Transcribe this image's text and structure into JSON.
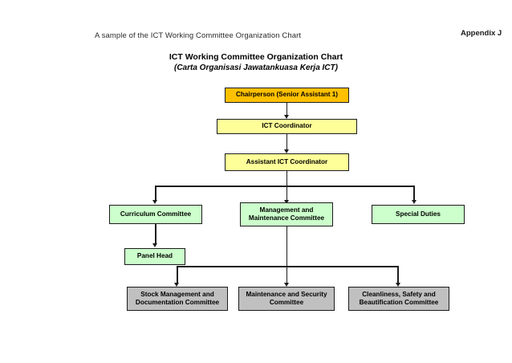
{
  "header": {
    "note": "A sample of the ICT Working Committee Organization Chart",
    "appendix": "Appendix J"
  },
  "chart": {
    "title": "ICT Working Committee Organization Chart",
    "subtitle": "(Carta Organisasi Jawatankuasa Kerja ICT)"
  },
  "colors": {
    "chairperson": "#FFC000",
    "coordinator": "#FFFF99",
    "committee": "#CCFFCC",
    "subcommittee": "#C0C0C0",
    "border": "#1C1C1C"
  },
  "chart_data": {
    "type": "diagram",
    "title": "ICT Working Committee Organization Chart",
    "subtitle": "(Carta Organisasi Jawatankuasa Kerja ICT)",
    "orientation": "top-down",
    "nodes": [
      {
        "id": "chairperson",
        "label": "Chairperson (Senior Assistant 1)",
        "level": 1,
        "color": "#FFC000"
      },
      {
        "id": "ict_coord",
        "label": "ICT Coordinator",
        "level": 2,
        "color": "#FFFF99"
      },
      {
        "id": "asst_coord",
        "label": "Assistant ICT Coordinator",
        "level": 3,
        "color": "#FFFF99"
      },
      {
        "id": "curriculum",
        "label": "Curriculum Committee",
        "level": 4,
        "color": "#CCFFCC"
      },
      {
        "id": "mgmt_maint",
        "label": "Management and Maintenance Committee",
        "level": 4,
        "color": "#CCFFCC"
      },
      {
        "id": "special",
        "label": "Special Duties",
        "level": 4,
        "color": "#CCFFCC"
      },
      {
        "id": "panel_head",
        "label": "Panel Head",
        "level": 5,
        "color": "#CCFFCC"
      },
      {
        "id": "stock",
        "label": "Stock Management and Documentation Committee",
        "level": 6,
        "color": "#C0C0C0"
      },
      {
        "id": "maint_sec",
        "label": "Maintenance and Security Committee",
        "level": 6,
        "color": "#C0C0C0"
      },
      {
        "id": "cleanliness",
        "label": "Cleanliness, Safety and Beautification Committee",
        "level": 6,
        "color": "#C0C0C0"
      }
    ],
    "edges": [
      {
        "from": "chairperson",
        "to": "ict_coord"
      },
      {
        "from": "ict_coord",
        "to": "asst_coord"
      },
      {
        "from": "asst_coord",
        "to": "curriculum"
      },
      {
        "from": "asst_coord",
        "to": "mgmt_maint"
      },
      {
        "from": "asst_coord",
        "to": "special"
      },
      {
        "from": "curriculum",
        "to": "panel_head"
      },
      {
        "from": "mgmt_maint",
        "to": "stock"
      },
      {
        "from": "mgmt_maint",
        "to": "maint_sec"
      },
      {
        "from": "mgmt_maint",
        "to": "cleanliness"
      }
    ]
  },
  "nodes": {
    "chairperson": {
      "line1": "Chairperson (Senior Assistant 1)"
    },
    "ict_coord": {
      "line1": "ICT Coordinator"
    },
    "asst_coord": {
      "line1": "Assistant ICT Coordinator"
    },
    "curriculum": {
      "line1": "Curriculum Committee"
    },
    "mgmt_maint": {
      "line1": "Management and",
      "line2": "Maintenance Committee"
    },
    "special": {
      "line1": "Special Duties"
    },
    "panel_head": {
      "line1": "Panel Head"
    },
    "stock": {
      "line1": "Stock Management and",
      "line2": "Documentation Committee"
    },
    "maint_sec": {
      "line1": "Maintenance and Security",
      "line2": "Committee"
    },
    "cleanliness": {
      "line1": "Cleanliness, Safety and",
      "line2": "Beautification Committee"
    }
  }
}
